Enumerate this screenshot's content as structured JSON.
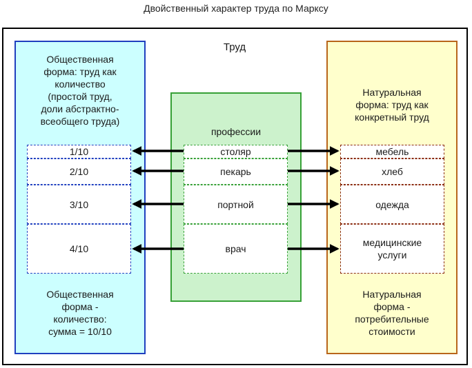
{
  "title": "Двойственный характер труда по Марксу",
  "center_label": "Труд",
  "left": {
    "top_text": "Общественная форма: труд как количество (простой труд, доли абстрактно-всеобщего труда)",
    "top_lines": [
      "Общественная",
      "форма: труд как",
      "количество",
      "(простой труд,",
      "доли абстрактно-",
      "всеобщего труда)"
    ],
    "cells": [
      "1/10",
      "2/10",
      "3/10",
      "4/10"
    ],
    "bottom_lines": [
      "Общественная",
      "форма -",
      "количество:",
      "сумма = 10/10"
    ]
  },
  "middle": {
    "header": "профессии",
    "cells": [
      "столяр",
      "пекарь",
      "портной",
      "врач"
    ]
  },
  "right": {
    "top_lines": [
      "Натуральная",
      "форма: труд как",
      "конкретный труд"
    ],
    "cells": [
      [
        "мебель"
      ],
      [
        "хлеб"
      ],
      [
        "одежда"
      ],
      [
        "медицинские",
        "услуги"
      ]
    ],
    "bottom_lines": [
      "Натуральная",
      "форма -",
      "потребительные",
      "стоимости"
    ]
  },
  "colors": {
    "left_fill": "#ccffff",
    "left_border": "#1f3fbf",
    "middle_fill": "#ccf2cc",
    "middle_border": "#36a036",
    "right_fill": "#ffffcc",
    "right_border": "#b8651a",
    "arrow": "#000000"
  }
}
